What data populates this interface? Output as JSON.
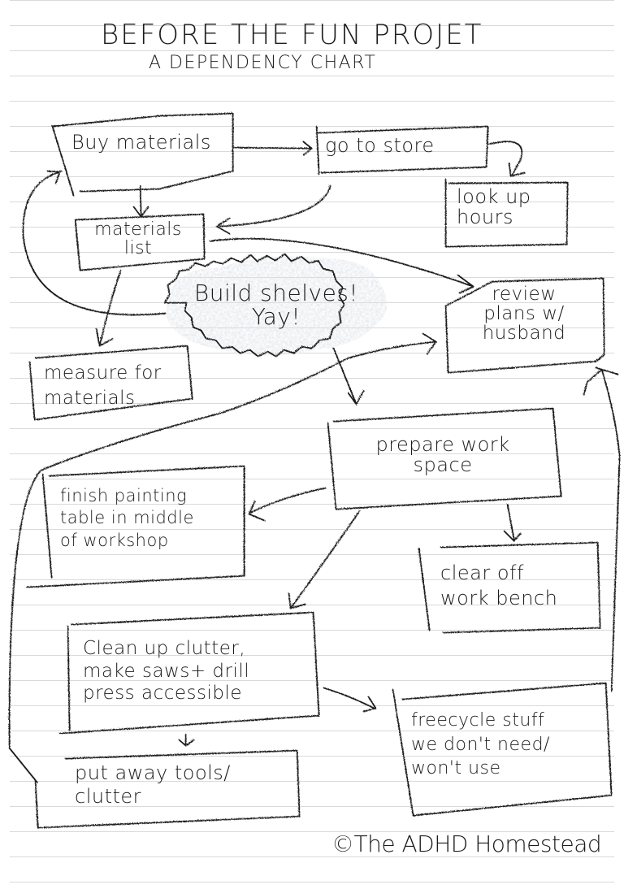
{
  "title": "BEFORE THE FUN PROJET",
  "subtitle": "A DEPENDENCY CHART",
  "goal": {
    "id": "build-shelves",
    "label": "Build shelves!\nYay!"
  },
  "nodes": [
    {
      "id": "buy-materials",
      "label": "Buy materials"
    },
    {
      "id": "go-to-store",
      "label": "go to store"
    },
    {
      "id": "look-up-hours",
      "label": "look up\nhours"
    },
    {
      "id": "materials-list",
      "label": "materials\nlist"
    },
    {
      "id": "review-plans",
      "label": "review\nplans w/\nhusband"
    },
    {
      "id": "measure-materials",
      "label": "measure for\nmaterials"
    },
    {
      "id": "prepare-work-space",
      "label": "prepare work\nspace"
    },
    {
      "id": "finish-painting",
      "label": "finish painting\ntable in middle\nof workshop"
    },
    {
      "id": "clear-work-bench",
      "label": "clear off\nwork bench"
    },
    {
      "id": "clean-up-clutter",
      "label": "Clean up clutter,\nmake saws+ drill\npress accessible"
    },
    {
      "id": "freecycle",
      "label": "freecycle stuff\nwe don't need/\nwon't use"
    },
    {
      "id": "put-away-tools",
      "label": "put away tools/\nclutter"
    }
  ],
  "edges": [
    {
      "from": "buy-materials",
      "to": "go-to-store"
    },
    {
      "from": "go-to-store",
      "to": "look-up-hours"
    },
    {
      "from": "buy-materials",
      "to": "materials-list"
    },
    {
      "from": "go-to-store",
      "to": "materials-list"
    },
    {
      "from": "materials-list",
      "to": "review-plans"
    },
    {
      "from": "materials-list",
      "to": "measure-materials"
    },
    {
      "from": "build-shelves",
      "to": "buy-materials"
    },
    {
      "from": "build-shelves",
      "to": "prepare-work-space"
    },
    {
      "from": "put-away-tools",
      "to": "review-plans"
    },
    {
      "from": "freecycle",
      "to": "review-plans"
    },
    {
      "from": "prepare-work-space",
      "to": "finish-painting"
    },
    {
      "from": "prepare-work-space",
      "to": "clear-work-bench"
    },
    {
      "from": "prepare-work-space",
      "to": "clean-up-clutter"
    },
    {
      "from": "clean-up-clutter",
      "to": "freecycle"
    },
    {
      "from": "clean-up-clutter",
      "to": "put-away-tools"
    }
  ],
  "credit": "©The ADHD Homestead",
  "colors": {
    "ink": "#1c1c1c",
    "ruled_line": "#d9d9d9",
    "cloud_fill": "#c9d0d8",
    "paper": "#ffffff"
  }
}
